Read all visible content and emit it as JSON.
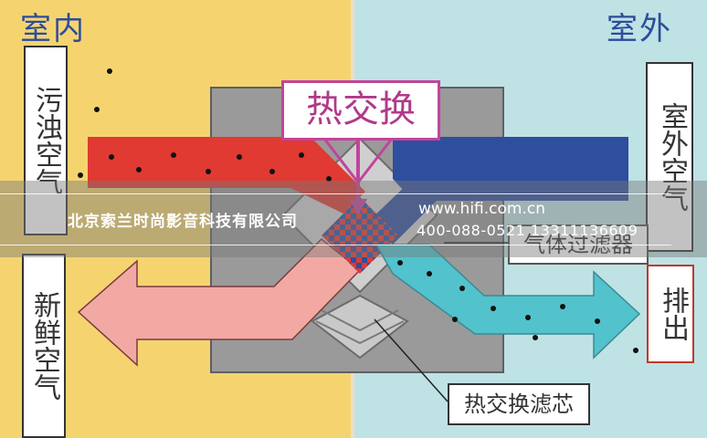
{
  "regions": {
    "indoor": "室内",
    "outdoor": "室外"
  },
  "labels": {
    "dirty_air": "污浊空气",
    "fresh_air": "新鲜空气",
    "outdoor_air": "室外空气",
    "exhaust": "排出",
    "heat_exchange": "热交换",
    "gas_filter": "气体过滤器",
    "core_filter": "热交换滤芯"
  },
  "watermark": {
    "company": "北京索兰时尚影音科技有限公司",
    "website": "www.hifi.com.cn",
    "phones": "400-088-0521  13311136609"
  },
  "colors": {
    "indoor_bg": "#f5d470",
    "outdoor_bg": "#bfe2e5",
    "title_text": "#2d4d9a",
    "dirty_flow": "#e03a32",
    "fresh_flow": "#f2a9a4",
    "outdoor_flow": "#2e4e9e",
    "exhaust_flow": "#52c2cc",
    "housing": "#9a9a9a",
    "heat_label_border": "#c2449b",
    "exhaust_label_border": "#c0392b"
  }
}
